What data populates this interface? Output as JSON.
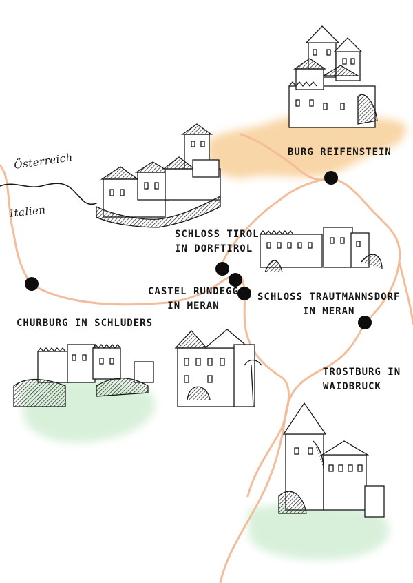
{
  "map": {
    "route_color": "#f2bd9a",
    "marker_color": "#0d0d0d",
    "wash_orange": "#f6c98a",
    "wash_green": "#bfe6c3"
  },
  "borders": {
    "north": "Österreich",
    "south": "Italien"
  },
  "locations": [
    {
      "id": "burg-reifenstein",
      "lines": [
        "BURG REIFENSTEIN"
      ]
    },
    {
      "id": "schloss-tirol",
      "lines": [
        "SCHLOSS TIROL",
        "IN DORFTIROL"
      ]
    },
    {
      "id": "castel-rundegg",
      "lines": [
        "CASTEL RUNDEGG",
        "IN MERAN"
      ]
    },
    {
      "id": "schloss-trauttmansdorff",
      "lines": [
        "SCHLOSS TRAUTMANNSDORF",
        "IN MERAN"
      ]
    },
    {
      "id": "churburg",
      "lines": [
        "CHURBURG IN SCHLUDERS"
      ]
    },
    {
      "id": "trostburg",
      "lines": [
        "TROSTBURG IN",
        "WAIDBRUCK"
      ]
    }
  ]
}
